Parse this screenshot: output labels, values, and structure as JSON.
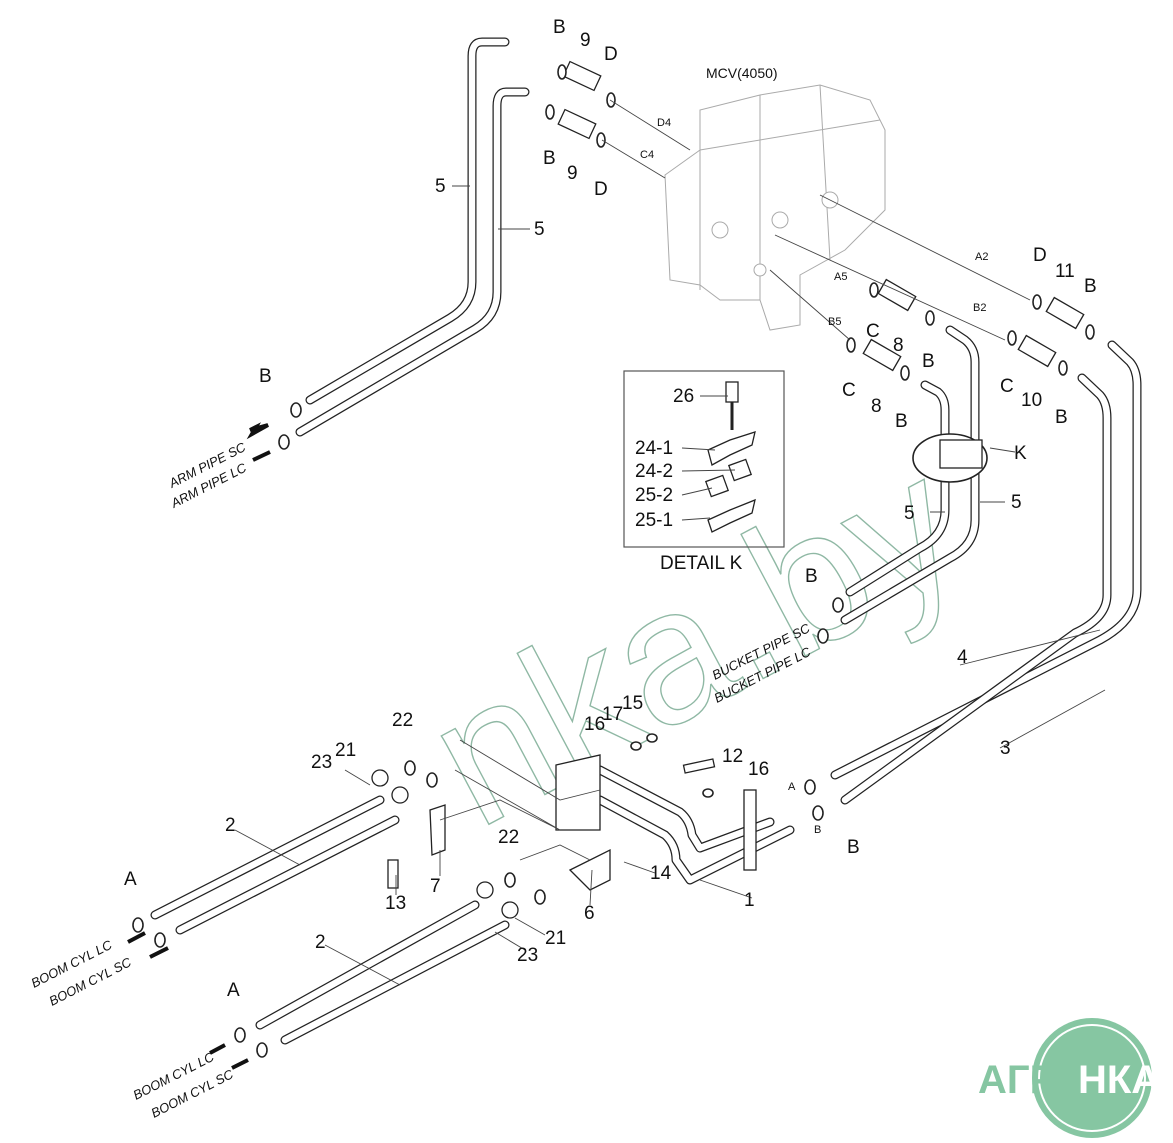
{
  "diagram": {
    "callouts": [
      "B",
      "9",
      "D",
      "MCV(4050)",
      "D4",
      "C4",
      "B",
      "9",
      "D",
      "5",
      "5",
      "A2",
      "D",
      "11",
      "B",
      "A5",
      "C",
      "8",
      "B2",
      "B5",
      "B",
      "C",
      "10",
      "B",
      "C",
      "8",
      "B",
      "K",
      "5",
      "5",
      "B",
      "26",
      "24-1",
      "24-2",
      "25-2",
      "25-1",
      "DETAIL K",
      "B",
      "4",
      "3",
      "15",
      "16",
      "17",
      "12",
      "16",
      "A",
      "B",
      "B",
      "22",
      "23",
      "21",
      "2",
      "7",
      "13",
      "22",
      "14",
      "6",
      "1",
      "A",
      "21",
      "23",
      "2",
      "A"
    ],
    "port_labels": [
      "ARM PIPE SC",
      "ARM PIPE LC",
      "BUCKET PIPE SC",
      "BUCKET PIPE LC",
      "BOOM CYL LC",
      "BOOM CYL SC",
      "BOOM CYL LC",
      "BOOM CYL SC"
    ],
    "watermark": "nka.by",
    "logo": {
      "text_left": "АГРО",
      "text_right": "НКА",
      "color": "#86c6a2"
    }
  }
}
